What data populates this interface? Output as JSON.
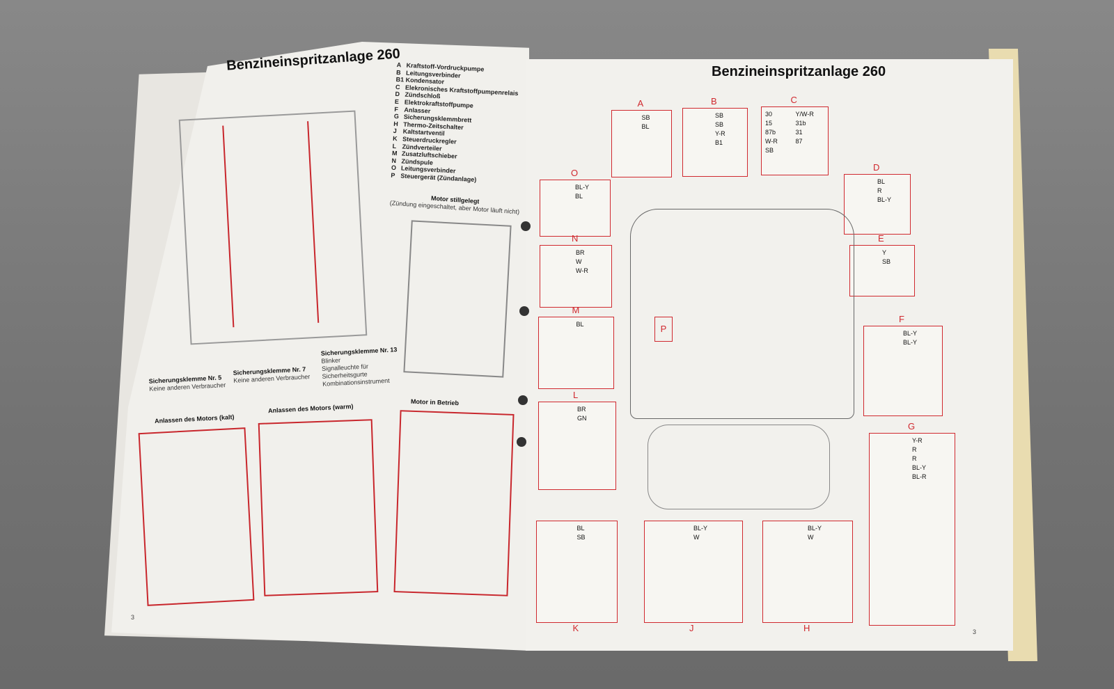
{
  "left_page": {
    "title": "Benzineinspritzanlage 260",
    "legend": [
      {
        "key": "A",
        "label": "Kraftstoff-Vordruckpumpe"
      },
      {
        "key": "B",
        "label": "Leitungsverbinder"
      },
      {
        "key": "B1",
        "label": "Kondensator"
      },
      {
        "key": "C",
        "label": "Elekronisches Kraftstoffpumpenrelais"
      },
      {
        "key": "D",
        "label": "Zündschloß"
      },
      {
        "key": "E",
        "label": "Elektrokraftstoffpumpe"
      },
      {
        "key": "F",
        "label": "Anlasser"
      },
      {
        "key": "G",
        "label": "Sicherungsklemmbrett"
      },
      {
        "key": "H",
        "label": "Thermo-Zeitschalter"
      },
      {
        "key": "J",
        "label": "Kaltstartventil"
      },
      {
        "key": "K",
        "label": "Steuerdruckregler"
      },
      {
        "key": "L",
        "label": "Zündverteiler"
      },
      {
        "key": "M",
        "label": "Zusatzluftschieber"
      },
      {
        "key": "N",
        "label": "Zündspule"
      },
      {
        "key": "O",
        "label": "Leitungsverbinder"
      },
      {
        "key": "P",
        "label": "Steuergerät (Zündanlage)"
      }
    ],
    "motor_stillgelegt": "Motor stillgelegt",
    "motor_stillgelegt_note": "(Zündung eingeschaltet, aber Motor läuft nicht)",
    "fuse5_title": "Sicherungsklemme Nr. 5",
    "fuse5_text": "Keine anderen Verbraucher",
    "fuse7_title": "Sicherungsklemme Nr. 7",
    "fuse7_text": "Keine anderen Verbraucher",
    "fuse13_title": "Sicherungsklemme Nr. 13",
    "fuse13_items": [
      "Blinker",
      "Signalleuchte für",
      "Sicherheitsgurte",
      "Kombinationsinstrument"
    ],
    "start_cold": "Anlassen des Motors (kalt)",
    "start_warm": "Anlassen des Motors (warm)",
    "running": "Motor in Betrieb",
    "page_number": "3"
  },
  "right_page": {
    "title": "Benzineinspritzanlage 260",
    "page_number": "3",
    "boxes": [
      {
        "letter": "A",
        "wires": [
          "SB",
          "BL"
        ]
      },
      {
        "letter": "B",
        "wires": [
          "SB",
          "SB",
          "Y-R",
          "B1"
        ]
      },
      {
        "letter": "C",
        "wires": [
          "30",
          "15",
          "87b",
          "W-R",
          "SB",
          "Y/W-R",
          "31b",
          "31",
          "87"
        ]
      },
      {
        "letter": "D",
        "wires": [
          "BL",
          "R",
          "BL-Y"
        ]
      },
      {
        "letter": "O",
        "wires": [
          "BL-Y",
          "BL"
        ]
      },
      {
        "letter": "N",
        "wires": [
          "BR",
          "W",
          "W-R"
        ]
      },
      {
        "letter": "E",
        "wires": [
          "Y",
          "SB"
        ]
      },
      {
        "letter": "M",
        "wires": [
          "BL"
        ]
      },
      {
        "letter": "F",
        "wires": [
          "BL-Y",
          "BL-Y"
        ]
      },
      {
        "letter": "L",
        "wires": [
          "BR",
          "GN"
        ]
      },
      {
        "letter": "G",
        "wires": [
          "Y-R",
          "R",
          "R",
          "BL-Y",
          "BL-R"
        ]
      },
      {
        "letter": "K",
        "wires": [
          "BL",
          "SB"
        ]
      },
      {
        "letter": "J",
        "wires": [
          "BL-Y",
          "W"
        ]
      },
      {
        "letter": "H",
        "wires": [
          "BL-Y",
          "W"
        ]
      }
    ],
    "engine_label": "P"
  }
}
